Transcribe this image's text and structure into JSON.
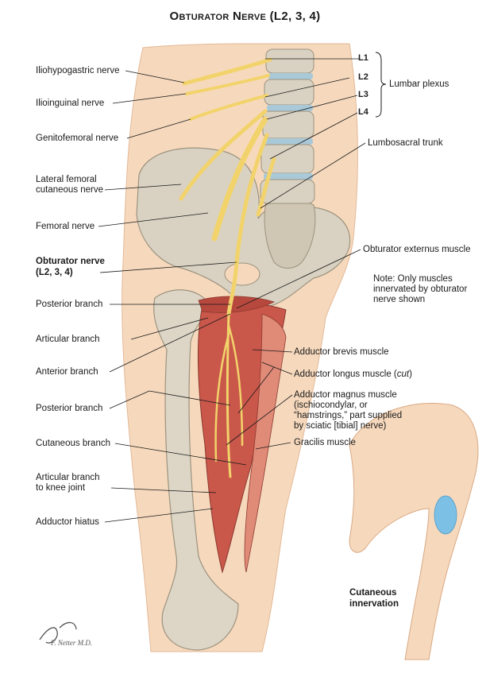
{
  "title": "Obturator Nerve (L2, 3, 4)",
  "levels": [
    "L1",
    "L2",
    "L3",
    "L4"
  ],
  "plexus_label": "Lumbar plexus",
  "left_labels": {
    "iliohypogastric": "Iliohypogastric nerve",
    "ilioinguinal": "Ilioinguinal nerve",
    "genitofemoral": "Genitofemoral nerve",
    "lateral_femoral_1": "Lateral femoral",
    "lateral_femoral_2": "cutaneous nerve",
    "femoral": "Femoral nerve",
    "obturator_1": "Obturator nerve",
    "obturator_2": "(L2, 3, 4)",
    "posterior_branch_top": "Posterior branch",
    "articular_branch": "Articular branch",
    "anterior_branch": "Anterior branch",
    "posterior_branch_low": "Posterior branch",
    "cutaneous_branch": "Cutaneous branch",
    "articular_knee_1": "Articular branch",
    "articular_knee_2": "to knee joint",
    "adductor_hiatus": "Adductor hiatus"
  },
  "right_labels": {
    "lumbosacral": "Lumbosacral trunk",
    "obturator_externus": "Obturator externus muscle",
    "note_1": "Note: Only muscles",
    "note_2": "innervated by obturator",
    "note_3": "nerve shown",
    "adductor_brevis": "Adductor brevis muscle",
    "adductor_longus": "Adductor longus muscle (",
    "adductor_longus_cut": "cut",
    "adductor_longus_close": ")",
    "adductor_magnus_1": "Adductor magnus muscle",
    "adductor_magnus_2": "(ischiocondylar, or",
    "adductor_magnus_3": "“hamstrings,” part supplied",
    "adductor_magnus_4": "by sciatic [tibial] nerve)",
    "gracilis": "Gracilis muscle"
  },
  "inset": {
    "label_1": "Cutaneous",
    "label_2": "innervation"
  },
  "signature": "F. Netter M.D.",
  "colors": {
    "skin": "#f6d9bd",
    "skin_shade": "#eec6a2",
    "bone": "#d9d2c2",
    "bone_shade": "#b9b09e",
    "disc": "#a9c9d9",
    "nerve": "#f2d36b",
    "nerve_edge": "#c9a33a",
    "muscle": "#c9574a",
    "muscle_light": "#e08a78",
    "cutaneous_area": "#7cc0e6",
    "leader": "#1a1a1a"
  }
}
